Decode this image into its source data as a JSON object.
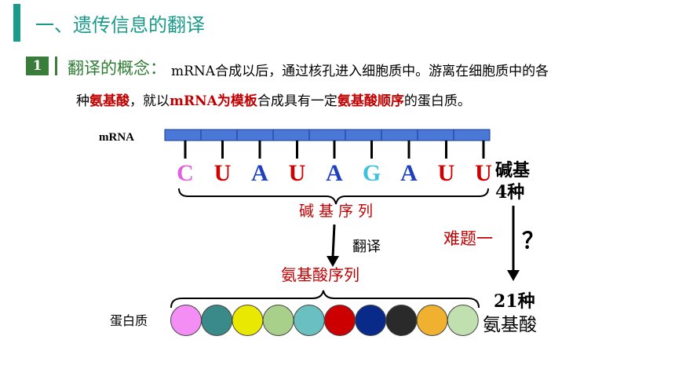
{
  "header": {
    "title": "一、遗传信息的翻译"
  },
  "section": {
    "number": "1",
    "label": "翻译的概念："
  },
  "definition": {
    "line1": "mRNA合成以后，通过核孔进入细胞质中。游离在细胞质中的各",
    "line2_prefix": "种",
    "line2_hl1": "氨基酸",
    "line2_mid1": "，就以",
    "line2_hl2": "mRNA为模板",
    "line2_mid2": "合成具有一定",
    "line2_hl3": "氨基酸顺序",
    "line2_suffix": "的蛋白质。"
  },
  "diagram": {
    "mrna_label": "mRNA",
    "mrna_segments": 9,
    "bases": [
      {
        "letter": "C",
        "color": "#e060e0"
      },
      {
        "letter": "U",
        "color": "#d00000"
      },
      {
        "letter": "A",
        "color": "#1f3fbf"
      },
      {
        "letter": "U",
        "color": "#d00000"
      },
      {
        "letter": "A",
        "color": "#1f3fbf"
      },
      {
        "letter": "G",
        "color": "#40c0e0"
      },
      {
        "letter": "A",
        "color": "#1f3fbf"
      },
      {
        "letter": "U",
        "color": "#d00000"
      },
      {
        "letter": "U",
        "color": "#d00000"
      }
    ],
    "base_seq_label": "碱 基 序 列",
    "translate_label": "翻译",
    "aa_seq_label": "氨基酸序列",
    "protein_label": "蛋白质",
    "amino_acids": [
      "#f48ef4",
      "#3a8a8a",
      "#e8e800",
      "#a8d08a",
      "#6abfc0",
      "#cc0000",
      "#0a2a8a",
      "#2a2a2a",
      "#f0b030",
      "#c0e0b0"
    ],
    "bases_count_line1": "碱基",
    "bases_count_line2": "4种",
    "hard_question": "难题一",
    "question_mark": "？",
    "aa_count_line1": "21种",
    "aa_count_line2": "氨基酸",
    "colors": {
      "mrna_fill": "#4a78d8",
      "mrna_stroke": "#1a3a8a",
      "red_label": "#c00000"
    }
  }
}
